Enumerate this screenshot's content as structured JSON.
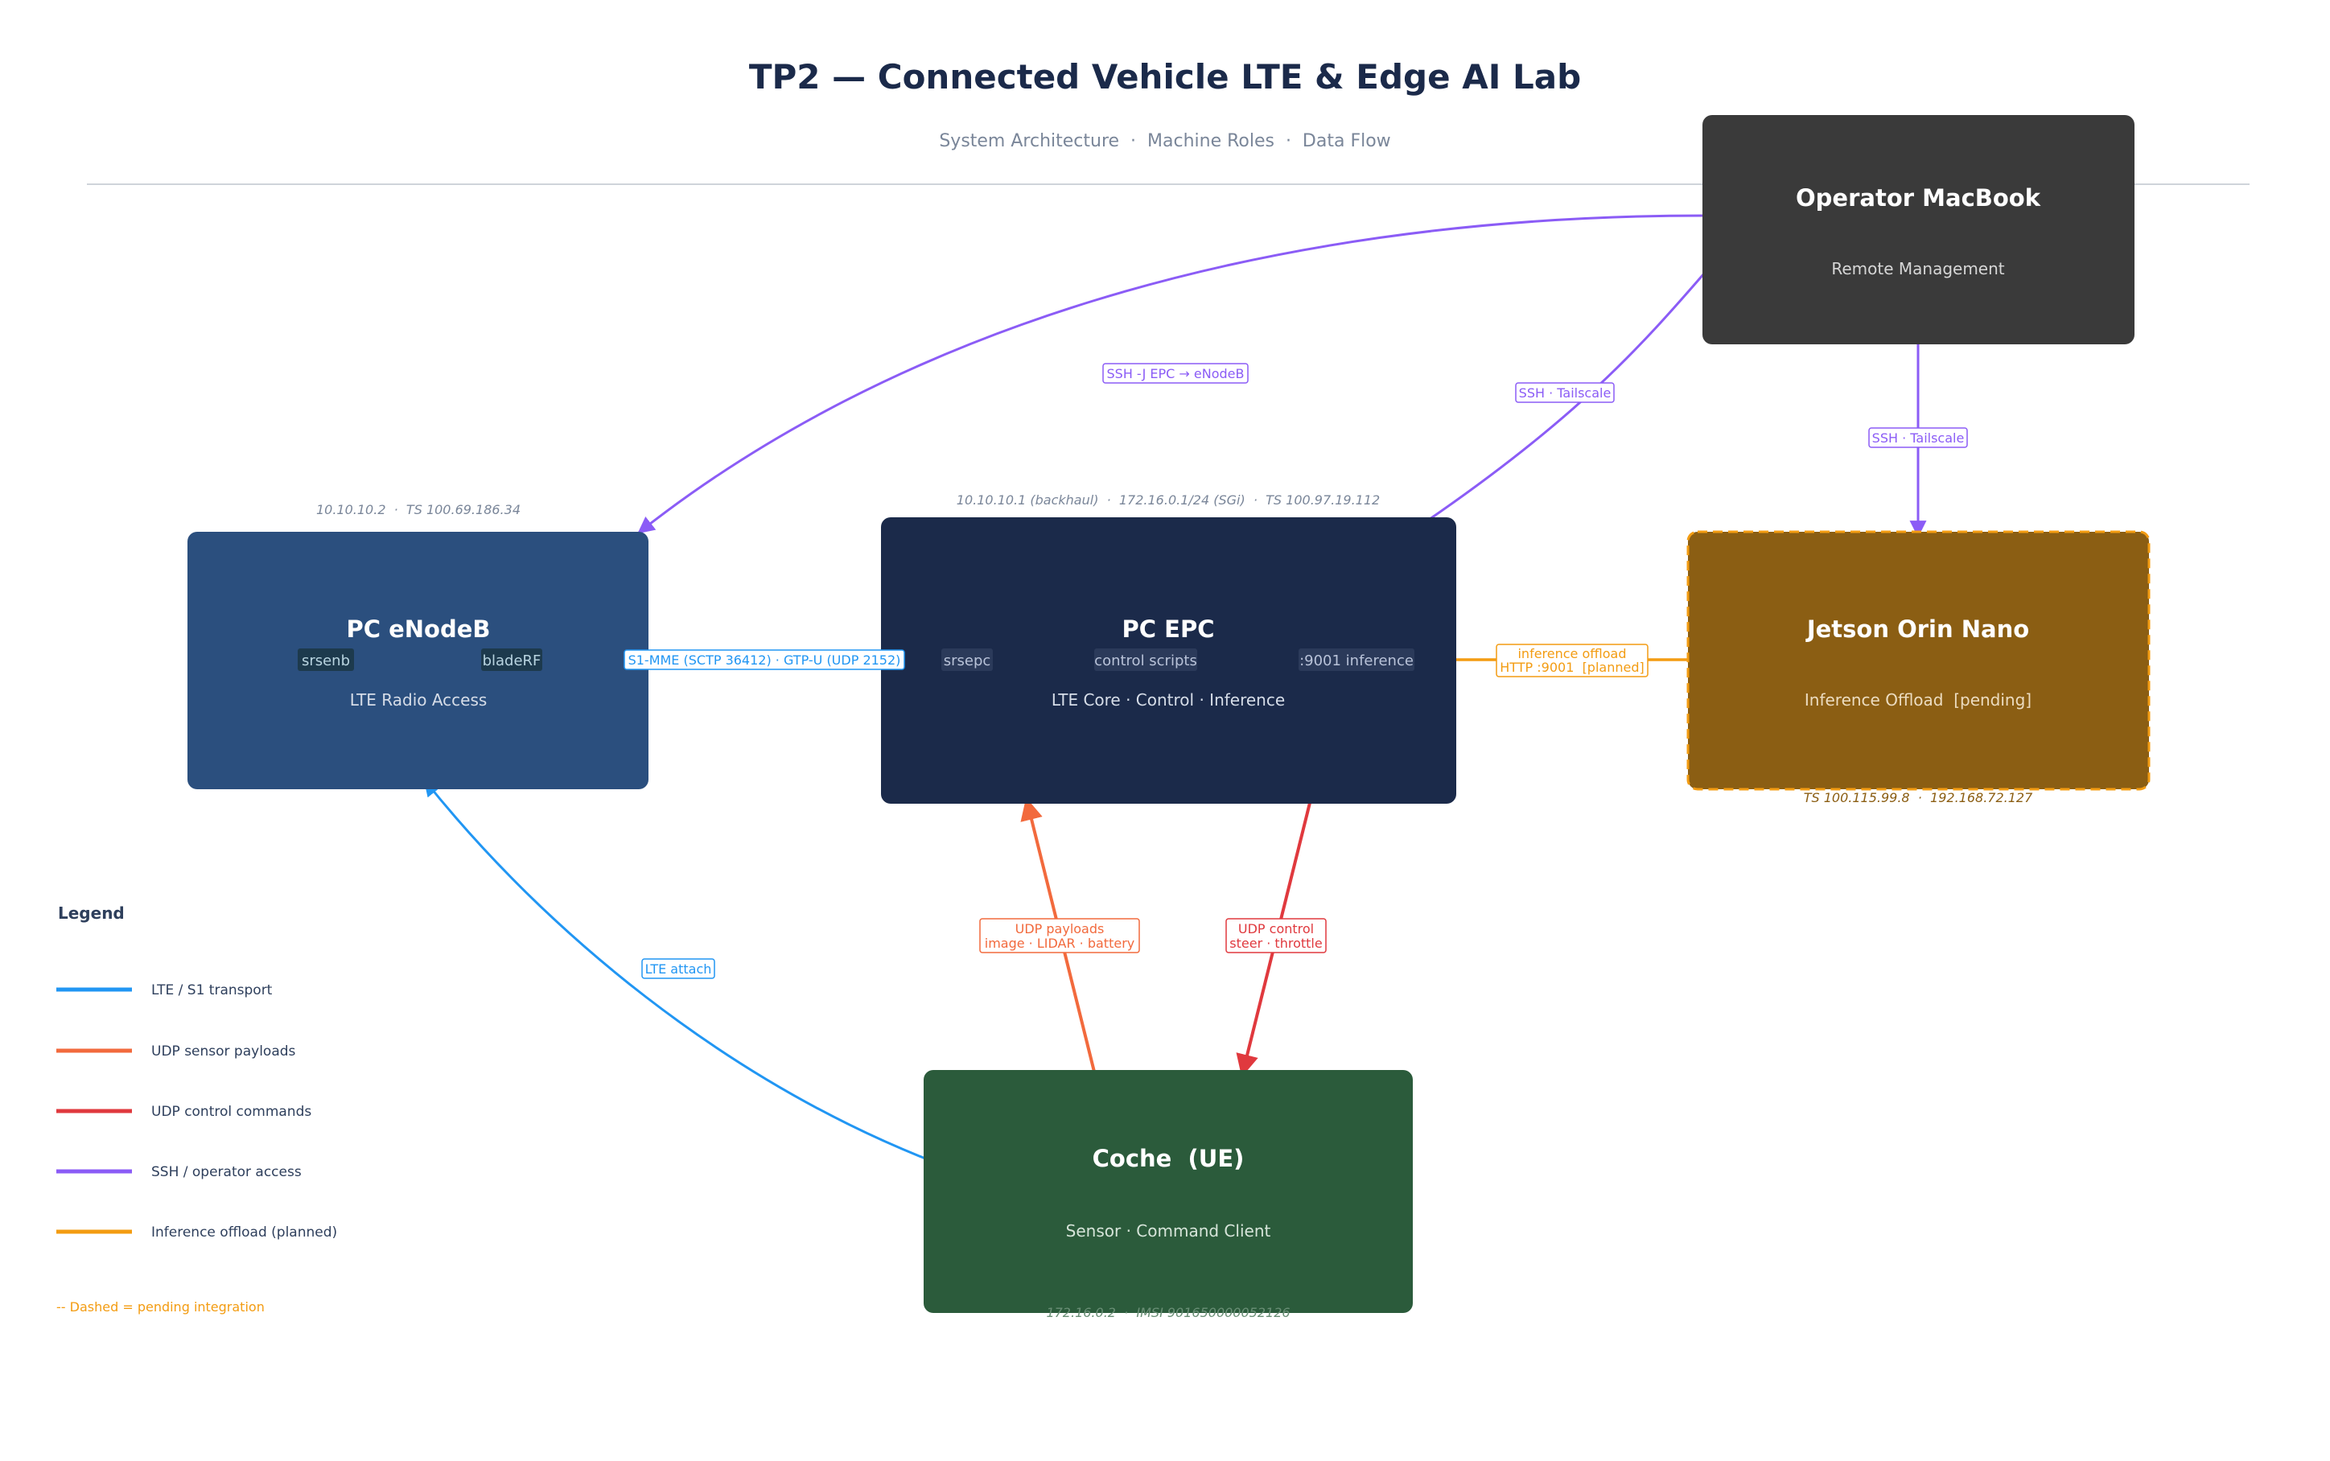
{
  "header": {
    "title": "TP2 — Connected Vehicle LTE & Edge AI Lab",
    "subtitle": "System Architecture  ·  Machine Roles  ·  Data Flow"
  },
  "colors": {
    "title": "#1b2a4a",
    "lte": "#2196f3",
    "udp_sensor": "#f26a3d",
    "udp_control": "#e0393e",
    "ssh": "#8b5cf6",
    "offload": "#f39c12",
    "macbook": "#3a3a3a",
    "enodeb": "#2b4f7e",
    "epc": "#1b2a4a",
    "jetson": "#8b5e13",
    "coche": "#2b5b3b"
  },
  "nodes": {
    "macbook": {
      "title": "Operator MacBook",
      "subtitle": "Remote Management"
    },
    "enodeb": {
      "title": "PC eNodeB",
      "subtitle": "LTE Radio Access",
      "address": "10.10.10.2  ·  TS 100.69.186.34",
      "tags": [
        "srsenb",
        "bladeRF"
      ]
    },
    "epc": {
      "title": "PC EPC",
      "subtitle": "LTE Core · Control · Inference",
      "address": "10.10.10.1 (backhaul)  ·  172.16.0.1/24 (SGi)  ·  TS 100.97.19.112",
      "tags": [
        "srsepc",
        "control scripts",
        ":9001 inference"
      ]
    },
    "jetson": {
      "title": "Jetson Orin Nano",
      "subtitle": "Inference Offload  [pending]",
      "address": "TS 100.115.99.8  ·  192.168.72.127"
    },
    "coche": {
      "title": "Coche  (UE)",
      "subtitle": "Sensor · Command Client",
      "address": "172.16.0.2  ·  IMSI 901650000052126"
    }
  },
  "edges": {
    "ssh_enodeb": "SSH -J EPC → eNodeB",
    "ssh_epc": "SSH · Tailscale",
    "ssh_jetson": "SSH · Tailscale",
    "s1": "S1-MME (SCTP 36412) · GTP-U (UDP 2152)",
    "offload_line1": "inference offload",
    "offload_line2": "HTTP :9001  [planned]",
    "udp_payloads_line1": "UDP payloads",
    "udp_payloads_line2": "image · LIDAR · battery",
    "udp_control_line1": "UDP control",
    "udp_control_line2": "steer · throttle",
    "lte_attach": "LTE attach"
  },
  "legend": {
    "title": "Legend",
    "items": [
      {
        "label": "LTE / S1 transport",
        "color": "#2196f3"
      },
      {
        "label": "UDP sensor payloads",
        "color": "#f26a3d"
      },
      {
        "label": "UDP control commands",
        "color": "#e0393e"
      },
      {
        "label": "SSH / operator access",
        "color": "#8b5cf6"
      },
      {
        "label": "Inference offload (planned)",
        "color": "#f39c12"
      }
    ],
    "note": "-- Dashed = pending integration"
  }
}
